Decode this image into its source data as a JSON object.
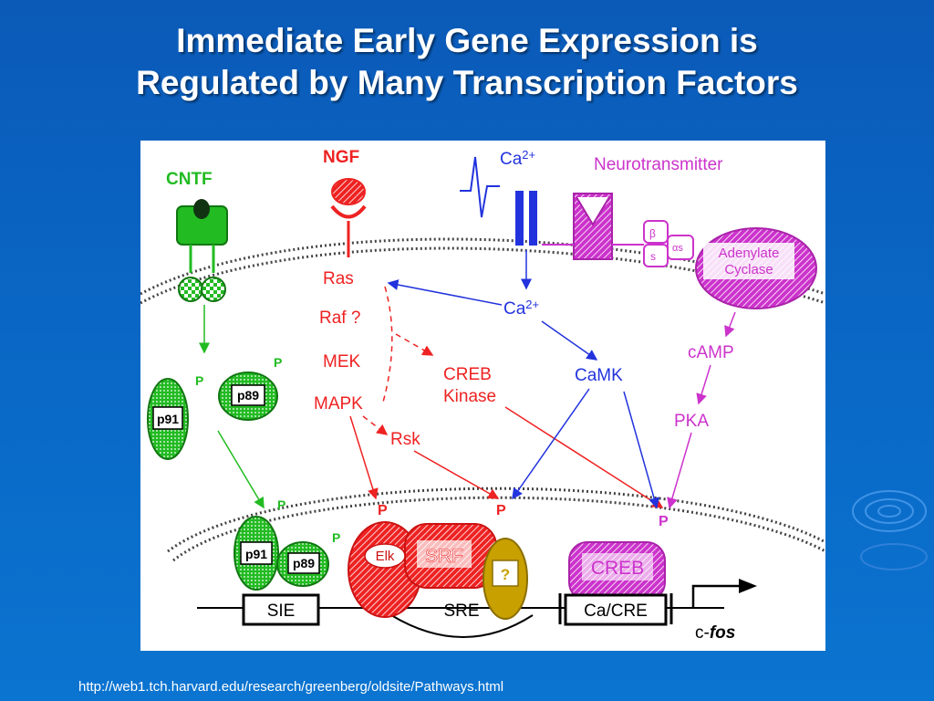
{
  "title": {
    "line1": "Immediate Early Gene Expression is",
    "line2": "Regulated by Many Transcription Factors"
  },
  "diagram": {
    "ligands": {
      "cntf": "CNTF",
      "ngf": "NGF",
      "ca_in": "Ca",
      "ca_in_sup": "2+",
      "neurotransmitter": "Neurotransmitter"
    },
    "membrane_labels": {
      "adenylate_line1": "Adenylate",
      "adenylate_line2": "Cyclase",
      "beta": "β",
      "s": "s",
      "g_alpha": "αs"
    },
    "ngf_pathway": {
      "ras": "Ras",
      "raf": "Raf ?",
      "mek": "MEK",
      "mapk": "MAPK",
      "rsk": "Rsk",
      "creb_kinase_line1": "CREB",
      "creb_kinase_line2": "Kinase"
    },
    "calcium_pathway": {
      "ca": "Ca",
      "ca_sup": "2+",
      "camk": "CaMK"
    },
    "camp_pathway": {
      "camp": "cAMP",
      "pka": "PKA"
    },
    "stat_proteins": {
      "p91": "p91",
      "p89": "p89",
      "phospho": "P"
    },
    "nuclear_factors": {
      "elk": "Elk",
      "srf": "SRF",
      "unknown": "?",
      "creb": "CREB"
    },
    "promoter_elements": {
      "sie": "SIE",
      "sre": "SRE",
      "cacre": "Ca/CRE",
      "gene_prefix": "c-",
      "gene_italic": "fos"
    },
    "colors": {
      "cntf": "#22bb22",
      "ngf": "#ee2222",
      "calcium": "#2233dd",
      "camp": "#cc33cc",
      "unknown": "#c8a000"
    }
  },
  "source_url": "http://web1.tch.harvard.edu/research/greenberg/oldsite/Pathways.html"
}
